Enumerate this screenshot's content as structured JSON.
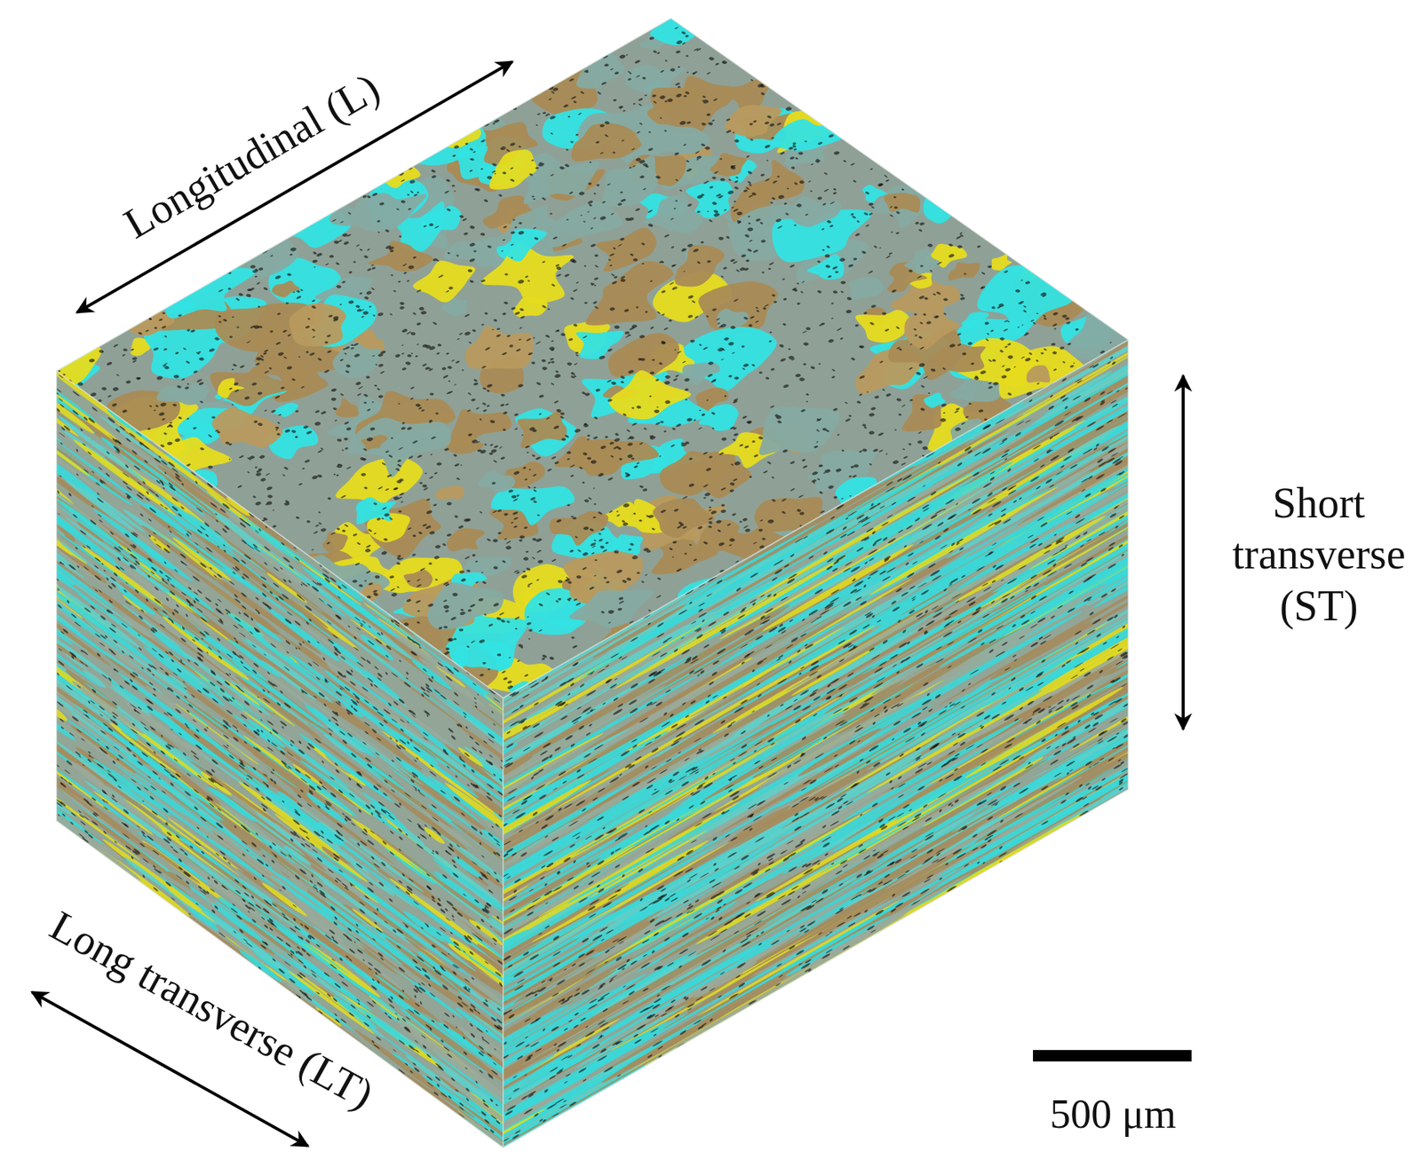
{
  "diagram": {
    "labels": [
      "Longitudinal (L)",
      "Short transverse (ST)",
      "Long transverse (LT)",
      "500 μm"
    ]
  }
}
